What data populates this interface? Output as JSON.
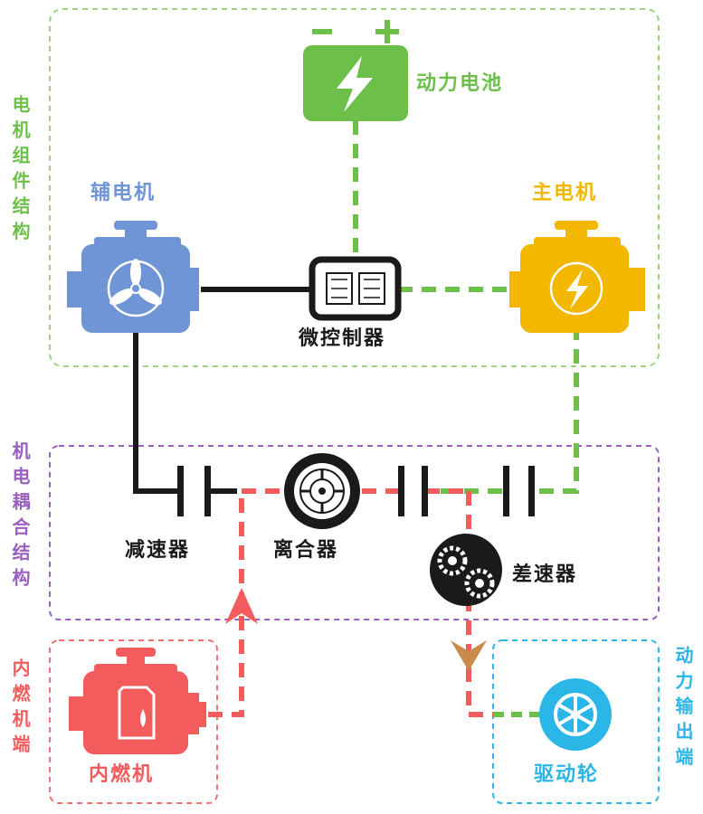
{
  "labels": {
    "battery": "动力电池",
    "aux_motor": "辅电机",
    "main_motor": "主电机",
    "controller": "微控制器",
    "reducer": "减速器",
    "clutch": "离合器",
    "differential": "差速器",
    "ice": "内燃机",
    "wheel": "驱动轮"
  },
  "groups": {
    "motor_assembly": "电机组件结构",
    "coupling": "机电耦合结构",
    "ice_end": "内燃机端",
    "output_end": "动力输出端"
  },
  "battery_terminals": {
    "minus": "−",
    "plus": "+"
  },
  "colors": {
    "green": "#6cc04a",
    "blue": "#6f95d6",
    "yellow": "#f3b700",
    "red": "#f25c5c",
    "purple": "#9b5fc0",
    "cyan": "#2bb6e8",
    "black": "#1a1a1a"
  }
}
